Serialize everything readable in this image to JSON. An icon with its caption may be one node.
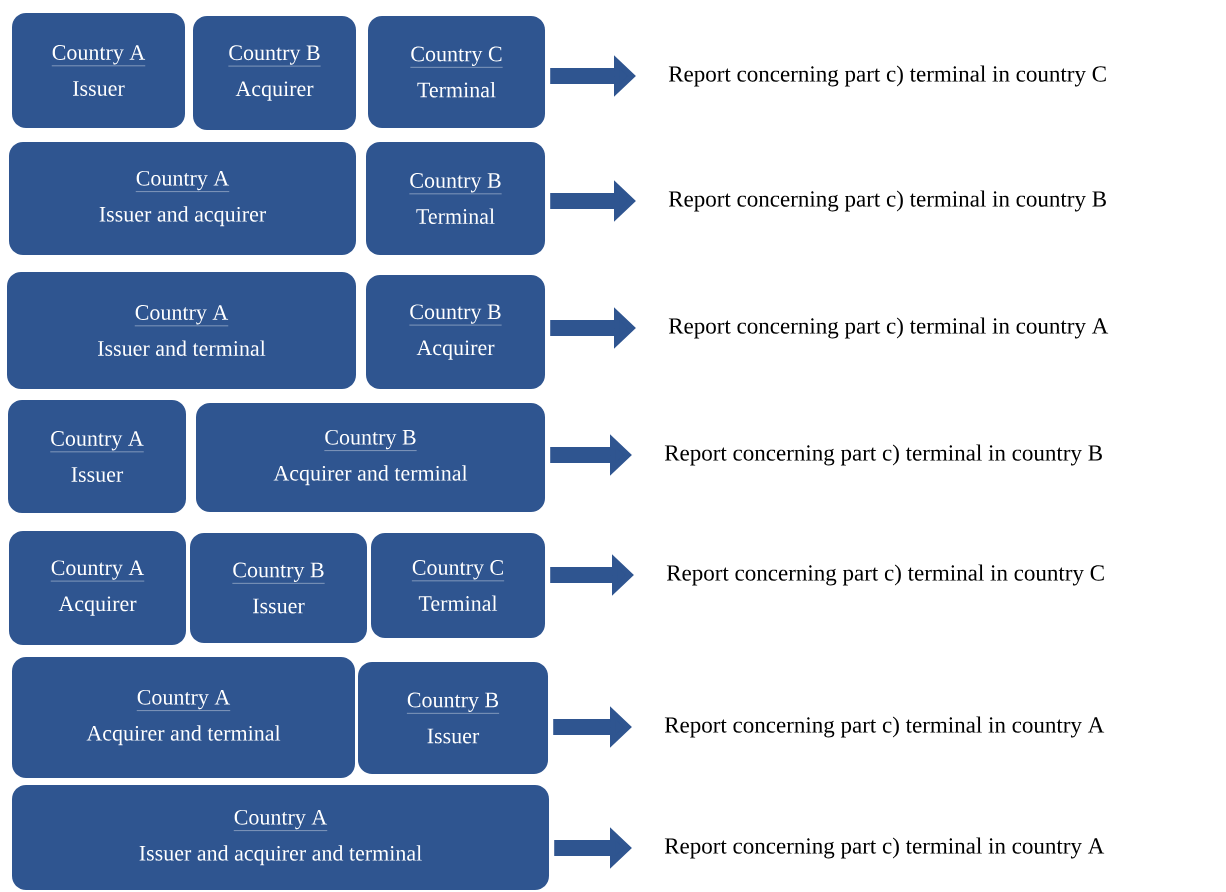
{
  "diagram": {
    "nodes": [
      {
        "text": [
          "Country A",
          "Issuer"
        ]
      },
      {
        "text": [
          "Country B",
          "Acquirer"
        ]
      },
      {
        "text": [
          "Country C",
          "Terminal"
        ]
      },
      {
        "text": [
          "Report concerning part c) terminal in country C"
        ]
      },
      {
        "text": [
          "Country A",
          "Issuer and acquirer"
        ]
      },
      {
        "text": [
          "Country B",
          "Terminal"
        ]
      },
      {
        "text": [
          "Report concerning part c) terminal in country B"
        ]
      },
      {
        "text": [
          "Country A",
          "Issuer and terminal"
        ]
      },
      {
        "text": [
          "Country B",
          "Acquirer"
        ]
      },
      {
        "text": [
          "Report concerning part c) terminal in country A"
        ]
      },
      {
        "text": [
          "Country A",
          "Issuer"
        ]
      },
      {
        "text": [
          "Country B",
          "Acquirer and terminal"
        ]
      },
      {
        "text": [
          "Report concerning part c) terminal in country B"
        ]
      },
      {
        "text": [
          "Country A",
          "Acquirer"
        ]
      },
      {
        "text": [
          "Country B",
          "Issuer"
        ]
      },
      {
        "text": [
          "Country C",
          "Terminal"
        ]
      },
      {
        "text": [
          "Report concerning part c) terminal in country C"
        ]
      },
      {
        "text": [
          "Country A",
          "Acquirer and terminal"
        ]
      },
      {
        "text": [
          "Country B",
          "Issuer"
        ]
      },
      {
        "text": [
          "Report concerning part c) terminal in country A"
        ]
      },
      {
        "text": [
          "Country A",
          "Issuer and acquirer and terminal"
        ]
      },
      {
        "text": [
          "Report concerning part c) terminal in country A"
        ]
      }
    ],
    "edges": [
      {
        "from": 2,
        "to": 3,
        "arrow": "to"
      },
      {
        "from": 5,
        "to": 6,
        "arrow": "to"
      },
      {
        "from": 8,
        "to": 9,
        "arrow": "to"
      },
      {
        "from": 11,
        "to": 12,
        "arrow": "to"
      },
      {
        "from": 15,
        "to": 16,
        "arrow": "to"
      },
      {
        "from": 18,
        "to": 19,
        "arrow": "to"
      },
      {
        "from": 20,
        "to": 21,
        "arrow": "to"
      }
    ]
  }
}
